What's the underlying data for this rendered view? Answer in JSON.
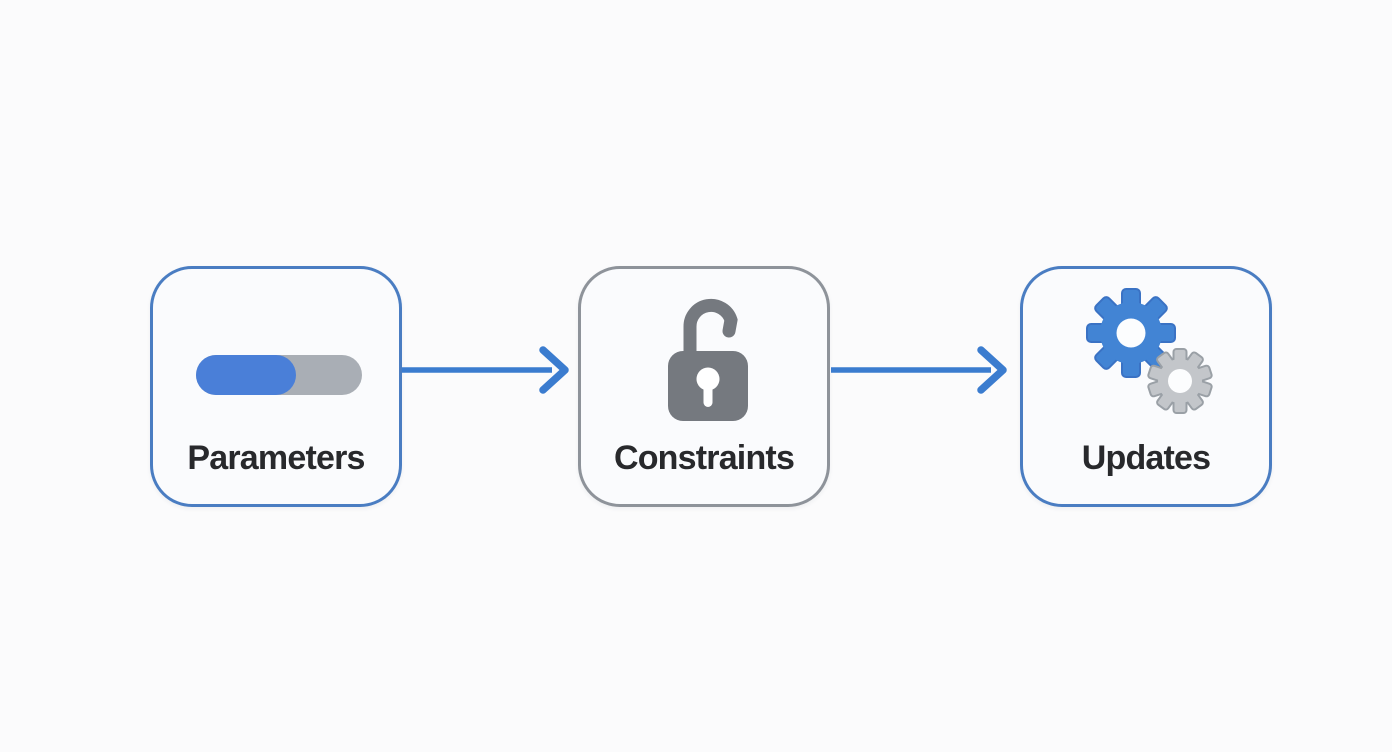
{
  "diagram": {
    "nodes": [
      {
        "id": "parameters",
        "label": "Parameters",
        "icon": "toggle-progress-icon",
        "border_color": "#4a7dc2",
        "progress_percent": 60,
        "progress_fill_color": "#4a7fd8",
        "progress_track_color": "#a9aeb5"
      },
      {
        "id": "constraints",
        "label": "Constraints",
        "icon": "unlocked-padlock-icon",
        "border_color": "#8e939a",
        "icon_color": "#75797f"
      },
      {
        "id": "updates",
        "label": "Updates",
        "icon": "gears-icon",
        "border_color": "#4a7dc2",
        "gear_primary_color": "#4284d4",
        "gear_secondary_color": "#c3c6ca"
      }
    ],
    "connectors": [
      {
        "from": "parameters",
        "to": "constraints",
        "direction": "right",
        "color": "#3b7ccf"
      },
      {
        "from": "constraints",
        "to": "updates",
        "direction": "right",
        "color": "#3b7ccf"
      }
    ],
    "colors": {
      "background": "#fbfbfc",
      "node_fill": "#fafbfd",
      "label_text": "#28292c"
    }
  }
}
